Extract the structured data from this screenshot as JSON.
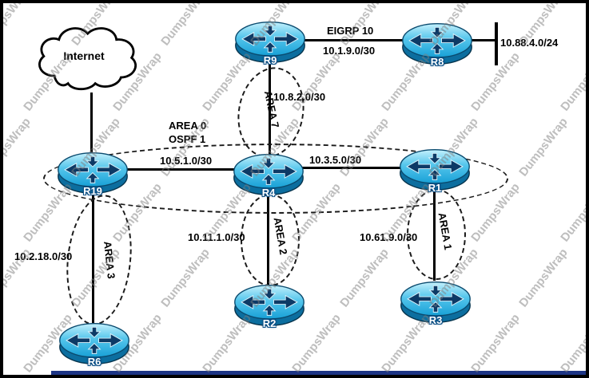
{
  "watermark": {
    "text": "DumpsWrap"
  },
  "nodes": {
    "internet": {
      "label": "Internet"
    },
    "r9": {
      "label": "R9"
    },
    "r8": {
      "label": "R8"
    },
    "r19": {
      "label": "R19"
    },
    "r4": {
      "label": "R4"
    },
    "r1": {
      "label": "R1"
    },
    "r2": {
      "label": "R2"
    },
    "r3": {
      "label": "R3"
    },
    "r6": {
      "label": "R6"
    }
  },
  "links": {
    "r9_r8": {
      "protocol": "EIGRP 10",
      "subnet": "10.1.9.0/30"
    },
    "r8_lan": {
      "subnet": "10.88.4.0/24"
    },
    "r9_r4": {
      "subnet": "10.8.2.0/30"
    },
    "r19_r4": {
      "subnet": "10.5.1.0/30"
    },
    "r4_r1": {
      "subnet": "10.3.5.0/30"
    },
    "r4_r2": {
      "subnet": "10.11.1.0/30"
    },
    "r1_r3": {
      "subnet": "10.61.9.0/30"
    },
    "r19_r6": {
      "subnet": "10.2.18.0/30"
    }
  },
  "areas": {
    "area0": {
      "line1": "AREA 0",
      "line2": "OSPF 1"
    },
    "area7": {
      "label": "AREA 7"
    },
    "area2": {
      "label": "AREA 2"
    },
    "area1": {
      "label": "AREA 1"
    },
    "area3": {
      "label": "AREA 3"
    }
  }
}
